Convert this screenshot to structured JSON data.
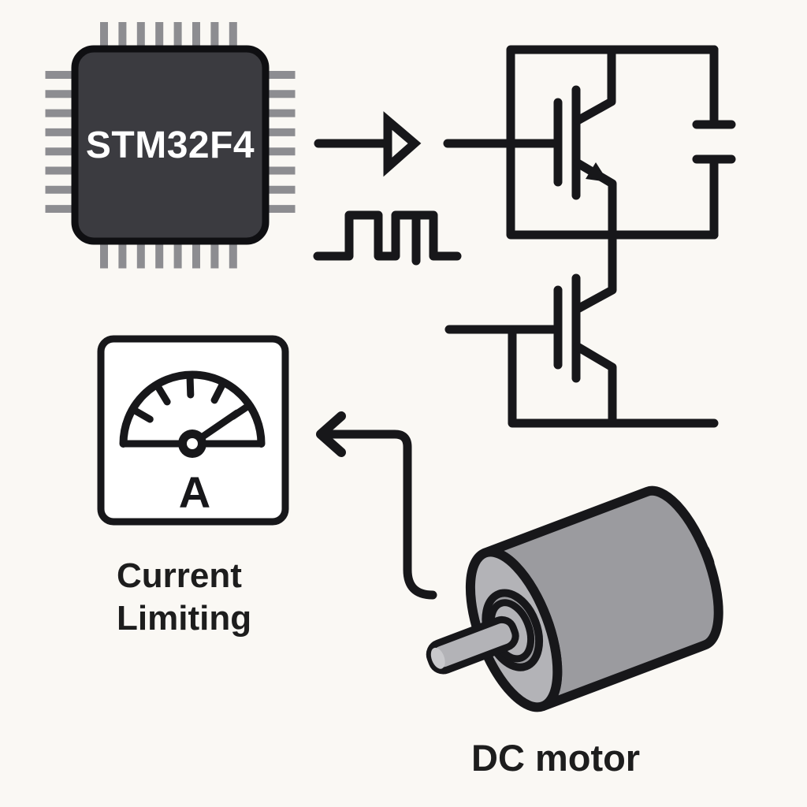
{
  "chip": {
    "label": "STM32F4"
  },
  "meter": {
    "label": "A"
  },
  "caption": {
    "line1": "Current",
    "line2": "Limiting"
  },
  "motor": {
    "label": "DC motor"
  },
  "colors": {
    "background": "#faf8f4",
    "line": "#17171a",
    "text": "#1d1d1d",
    "panel": "#ffffff",
    "chip_body": "#3b3b40",
    "chip_border": "#0f0f12",
    "chip_pin": "#8d8d91",
    "chip_text": "#ffffff",
    "motor_body": "#9b9b9f",
    "motor_face": "#b3b3b7",
    "motor_shaft_cap": "#c9c9cc"
  }
}
